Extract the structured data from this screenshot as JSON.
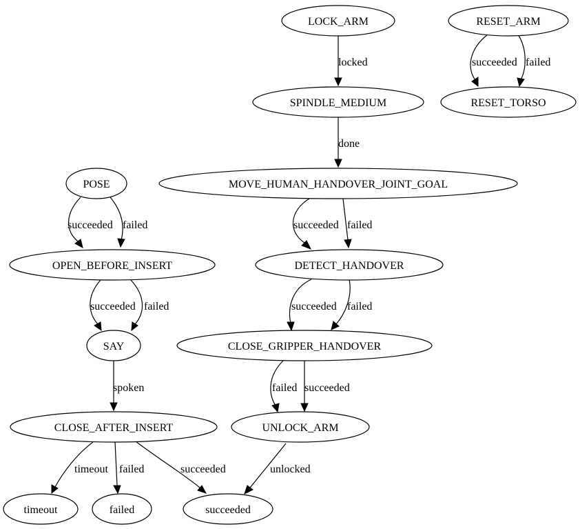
{
  "nodes": {
    "lock_arm": "LOCK_ARM",
    "reset_arm": "RESET_ARM",
    "spindle_medium": "SPINDLE_MEDIUM",
    "reset_torso": "RESET_TORSO",
    "pose": "POSE",
    "move_human_handover_joint_goal": "MOVE_HUMAN_HANDOVER_JOINT_GOAL",
    "open_before_insert": "OPEN_BEFORE_INSERT",
    "detect_handover": "DETECT_HANDOVER",
    "say": "SAY",
    "close_gripper_handover": "CLOSE_GRIPPER_HANDOVER",
    "close_after_insert": "CLOSE_AFTER_INSERT",
    "unlock_arm": "UNLOCK_ARM",
    "timeout": "timeout",
    "failed": "failed",
    "succeeded": "succeeded"
  },
  "edges": {
    "lock_arm_locked": "locked",
    "reset_arm_succeeded": "succeeded",
    "reset_arm_failed": "failed",
    "spindle_done": "done",
    "pose_succeeded": "succeeded",
    "pose_failed": "failed",
    "move_succeeded": "succeeded",
    "move_failed": "failed",
    "open_succeeded": "succeeded",
    "open_failed": "failed",
    "detect_succeeded": "succeeded",
    "detect_failed": "failed",
    "say_spoken": "spoken",
    "close_gripper_failed": "failed",
    "close_gripper_succeeded": "succeeded",
    "close_after_timeout": "timeout",
    "close_after_failed": "failed",
    "close_after_succeeded": "succeeded",
    "unlock_unlocked": "unlocked"
  }
}
